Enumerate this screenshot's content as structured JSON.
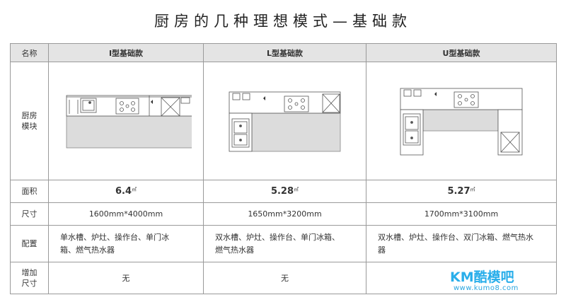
{
  "title": "厨房的几种理想模式—基础款",
  "header": {
    "name": "名称",
    "cols": [
      "I型基础款",
      "L型基础款",
      "U型基础款"
    ]
  },
  "rows": {
    "module_label": "厨房\n模块",
    "area_label": "面积",
    "size_label": "尺寸",
    "config_label": "配置",
    "extra_label": "增加\n尺寸"
  },
  "area": [
    {
      "value": "6.4",
      "unit": "㎡"
    },
    {
      "value": "5.28",
      "unit": "㎡"
    },
    {
      "value": "5.27",
      "unit": "㎡"
    }
  ],
  "size": [
    "1600mm*4000mm",
    "1650mm*3200mm",
    "1700mm*3100mm"
  ],
  "config": [
    "单水槽、炉灶、操作台、单门冰箱、燃气热水器",
    "双水槽、炉灶、操作台、单门冰箱、燃气热水器",
    "双水槽、炉灶、操作台、双门冰箱、燃气热水器"
  ],
  "extra": [
    "无",
    "无",
    ""
  ],
  "watermark": {
    "brand": "KM酷模吧",
    "url": "www.kumo8.com"
  }
}
